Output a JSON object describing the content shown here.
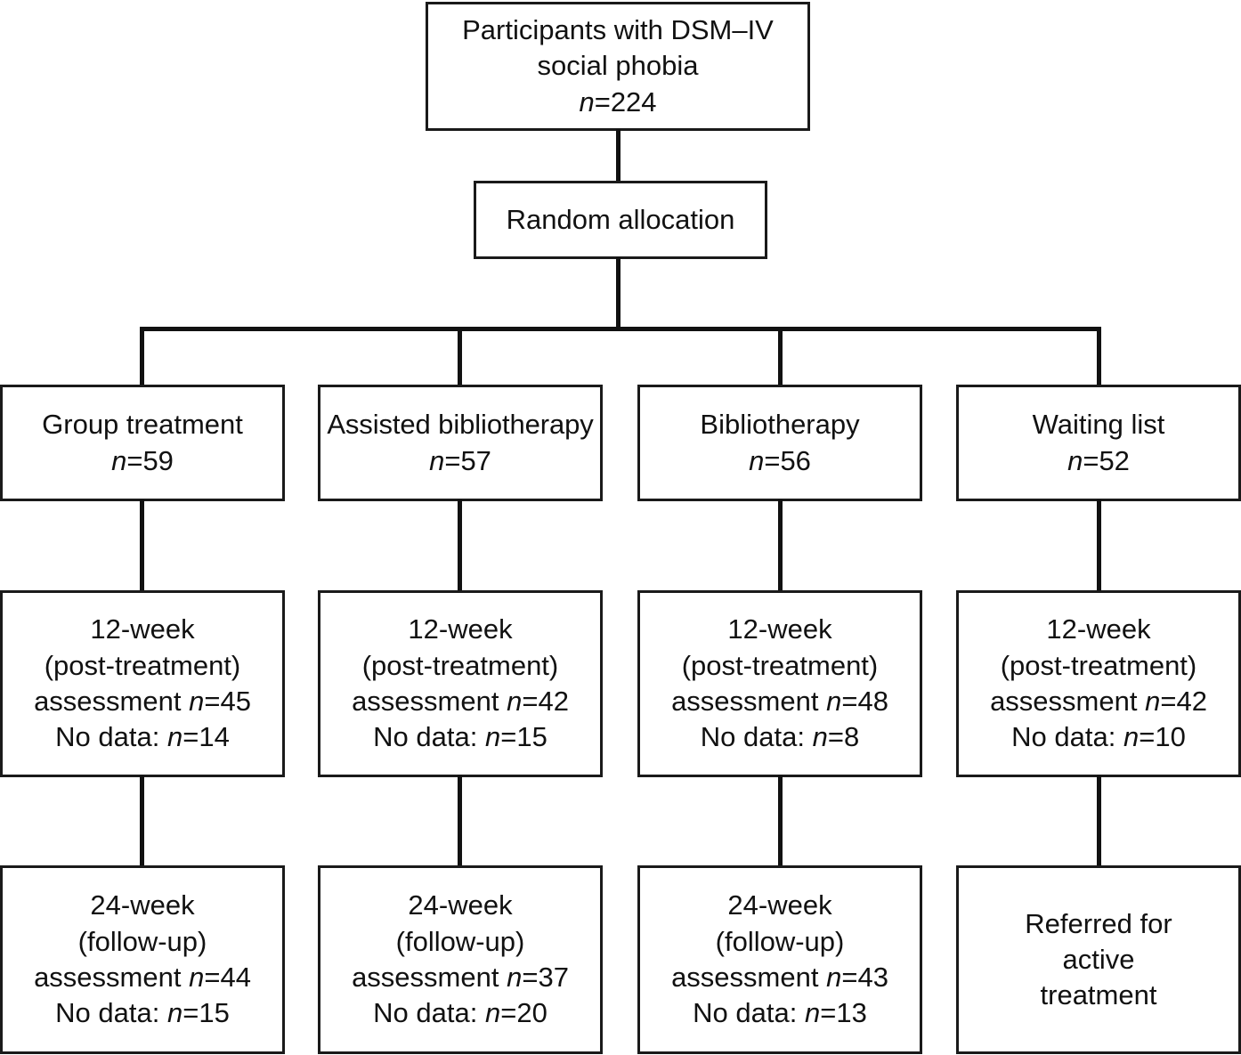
{
  "diagram": {
    "title": "CONSORT participant flow diagram",
    "line_color": "#111111",
    "box_border_color": "#1a1a1a",
    "background_color": "#ffffff"
  },
  "root": {
    "line1": "Participants with DSM–IV",
    "line2": "social phobia",
    "n_label": "n",
    "n_sep": "=",
    "n_value": "224"
  },
  "random": {
    "label": "Random allocation"
  },
  "arms": [
    {
      "name": "Group treatment",
      "n_label": "n",
      "n_sep": "=",
      "n_value": "59"
    },
    {
      "name": "Assisted bibliotherapy",
      "n_label": "n",
      "n_sep": "=",
      "n_value": "57"
    },
    {
      "name": "Bibliotherapy",
      "n_label": "n",
      "n_sep": "=",
      "n_value": "56"
    },
    {
      "name": "Waiting list",
      "n_label": "n",
      "n_sep": "=",
      "n_value": "52"
    }
  ],
  "week12": [
    {
      "timepoint": "12-week",
      "qualifier": "(post-treatment)",
      "assessment_label": "assessment",
      "n_label": "n",
      "n_sep": "=",
      "assessment_n": "45",
      "nodata_label": "No data:",
      "nodata_n": "14"
    },
    {
      "timepoint": "12-week",
      "qualifier": "(post-treatment)",
      "assessment_label": "assessment",
      "n_label": "n",
      "n_sep": "=",
      "assessment_n": "42",
      "nodata_label": "No data:",
      "nodata_n": "15"
    },
    {
      "timepoint": "12-week",
      "qualifier": "(post-treatment)",
      "assessment_label": "assessment",
      "n_label": "n",
      "n_sep": "=",
      "assessment_n": "48",
      "nodata_label": "No data:",
      "nodata_n": "8"
    },
    {
      "timepoint": "12-week",
      "qualifier": "(post-treatment)",
      "assessment_label": "assessment",
      "n_label": "n",
      "n_sep": "=",
      "assessment_n": "42",
      "nodata_label": "No data:",
      "nodata_n": "10"
    }
  ],
  "week24": [
    {
      "timepoint": "24-week",
      "qualifier": "(follow-up)",
      "assessment_label": "assessment",
      "n_label": "n",
      "n_sep": "=",
      "assessment_n": "44",
      "nodata_label": "No data:",
      "nodata_n": "15"
    },
    {
      "timepoint": "24-week",
      "qualifier": "(follow-up)",
      "assessment_label": "assessment",
      "n_label": "n",
      "n_sep": "=",
      "assessment_n": "37",
      "nodata_label": "No data:",
      "nodata_n": "20"
    },
    {
      "timepoint": "24-week",
      "qualifier": "(follow-up)",
      "assessment_label": "assessment",
      "n_label": "n",
      "n_sep": "=",
      "assessment_n": "43",
      "nodata_label": "No data:",
      "nodata_n": "13"
    }
  ],
  "referral": {
    "line1": "Referred for",
    "line2": "active",
    "line3": "treatment"
  }
}
